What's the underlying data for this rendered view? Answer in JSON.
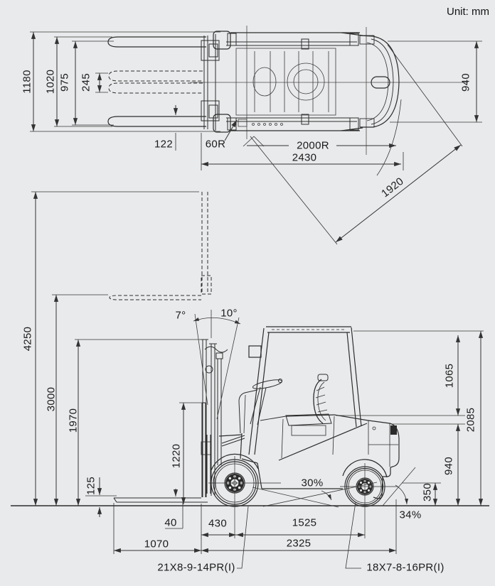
{
  "unit_label": "Unit: mm",
  "top_view": {
    "overall_width": "1180",
    "fork_carriage_width": "1020",
    "fork_spread_max": "975",
    "fork_spread_min": "245",
    "fork_edge_offset": "122",
    "inner_turning_radius": "60R",
    "outer_turning_radius": "2000R",
    "length_to_fork_face": "2430",
    "right_angle_stack_aisle": "1920",
    "body_width": "940"
  },
  "side_view": {
    "max_lift_top_height": "4250",
    "lift_height": "3000",
    "mast_lowered_height": "1970",
    "backrest_height": "1220",
    "lowered_fork_height": "125",
    "tilt_forward": "7°",
    "tilt_backward": "10°",
    "guard_height_above_deck": "1065",
    "overall_height": "2085",
    "counterweight_top_height": "940",
    "rear_step_height": "350",
    "gradeability_front": "30%",
    "gradeability_rear": "34%",
    "fork_thickness": "40",
    "fork_face_to_front_axle": "430",
    "wheelbase": "1525",
    "fork_length": "1070",
    "length_to_counterweight": "2325",
    "front_tire": "21X8-9-14PR(I)",
    "rear_tire": "18X7-8-16PR(I)"
  }
}
